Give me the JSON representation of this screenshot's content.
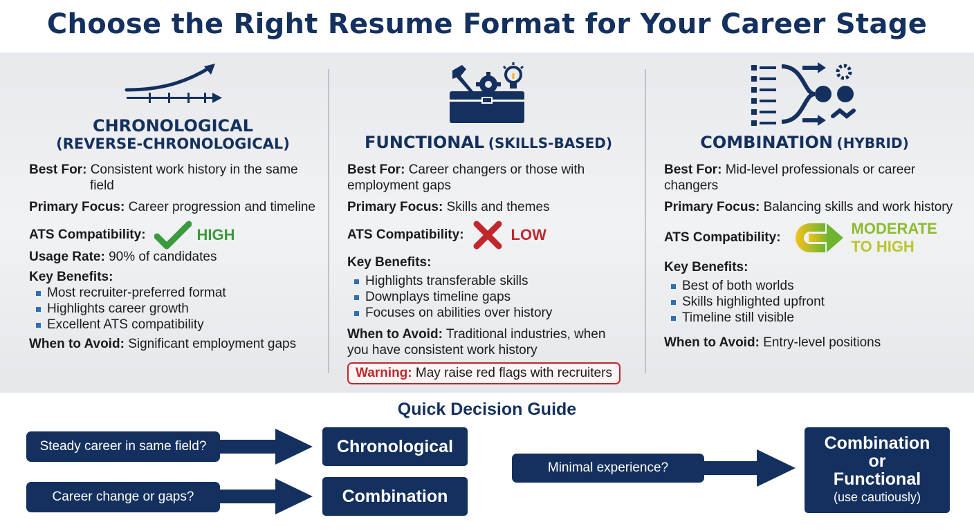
{
  "title": "Choose the Right Resume Format for Your Career Stage",
  "columns": [
    {
      "title_line1": "CHRONOLOGICAL",
      "title_line2": "(REVERSE-CHRONOLOGICAL)",
      "best_for_label": "Best For:",
      "best_for_line1": "Consistent work history in the same",
      "best_for_line2": "field",
      "primary_focus_label": "Primary Focus:",
      "primary_focus": "Career progression and timeline",
      "ats_label": "ATS Compatibility:",
      "ats_value": "HIGH",
      "ats_color": "#3a9a3e",
      "usage_label": "Usage Rate:",
      "usage": "90% of candidates",
      "benefits_label": "Key Benefits:",
      "benefits": [
        "Most recruiter-preferred format",
        "Highlights career growth",
        "Excellent ATS compatibility"
      ],
      "avoid_label": "When to Avoid:",
      "avoid_line1": "Significant employment gaps",
      "icon": "timeline-arrow-icon"
    },
    {
      "title_line1": "FUNCTIONAL",
      "title_line2": "(SKILLS-BASED)",
      "best_for_label": "Best For:",
      "best_for_line1": "Career changers or those with",
      "best_for_line2": "employment gaps",
      "primary_focus_label": "Primary Focus:",
      "primary_focus": "Skills and themes",
      "ats_label": "ATS Compatibility:",
      "ats_value": "LOW",
      "ats_color": "#c0272d",
      "benefits_label": "Key Benefits:",
      "benefits": [
        "Highlights transferable skills",
        "Downplays timeline gaps",
        "Focuses on abilities over history"
      ],
      "avoid_label": "When to Avoid:",
      "avoid_line1": "Traditional industries, when",
      "avoid_line2": "you have consistent work history",
      "warning_label": "Warning:",
      "warning_text": "May raise red flags with recruiters",
      "icon": "toolbox-icon"
    },
    {
      "title_line1": "COMBINATION",
      "title_line2": "(HYBRID)",
      "best_for_label": "Best For:",
      "best_for_line1": "Mid-level professionals or career",
      "best_for_line2": "changers",
      "primary_focus_label": "Primary Focus:",
      "primary_focus": "Balancing skills and work history",
      "ats_label": "ATS Compatibility:",
      "ats_value_line1": "MODERATE",
      "ats_value_line2": "TO HIGH",
      "ats_color": "#8dbb2e",
      "benefits_label": "Key Benefits:",
      "benefits": [
        "Best of both worlds",
        "Skills highlighted upfront",
        "Timeline still visible"
      ],
      "avoid_label": "When to Avoid:",
      "avoid_line1": "Entry-level positions",
      "icon": "hybrid-merge-icon"
    }
  ],
  "guide": {
    "title": "Quick Decision Guide",
    "q1": "Steady career in same field?",
    "a1": "Chronological",
    "q2": "Career change or gaps?",
    "a2": "Combination",
    "q3": "Minimal experience?",
    "a3_line1": "Combination",
    "a3_line2": "or",
    "a3_line3": "Functional",
    "a3_note": "(use cautiously)"
  },
  "colors": {
    "navy": "#14305e",
    "accent_blue": "#2f6fb5",
    "warning_red": "#c0272d"
  }
}
